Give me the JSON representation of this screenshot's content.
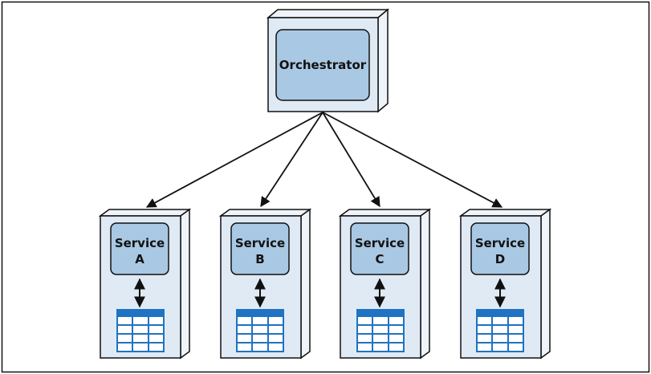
{
  "colors": {
    "box_face": "#dfeaf4",
    "box_side": "#eef4fa",
    "inner_face": "#a9c8e3",
    "stroke": "#111111",
    "table_blue": "#1f73c2",
    "arrow": "#111111"
  },
  "orchestrator": {
    "label": "Orchestrator"
  },
  "services": [
    {
      "line1": "Service",
      "line2": "A",
      "icon": "database-table-icon"
    },
    {
      "line1": "Service",
      "line2": "B",
      "icon": "database-table-icon"
    },
    {
      "line1": "Service",
      "line2": "C",
      "icon": "database-table-icon"
    },
    {
      "line1": "Service",
      "line2": "D",
      "icon": "database-table-icon"
    }
  ]
}
